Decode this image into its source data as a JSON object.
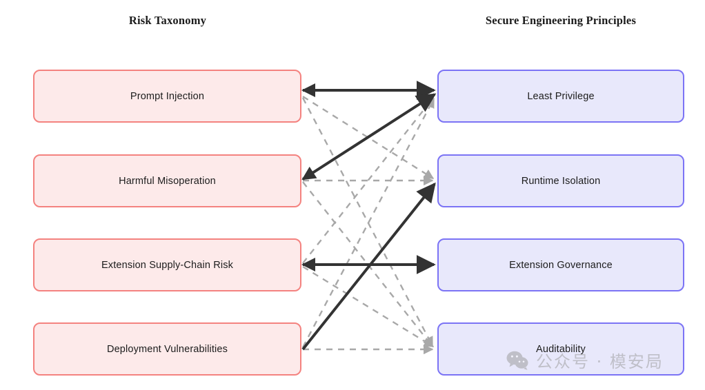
{
  "diagram": {
    "type": "mapping-diagram",
    "headings": {
      "left": "Risk Taxonomy",
      "right": "Secure Engineering Principles"
    },
    "colors": {
      "risk_fill": "#fdeaea",
      "risk_border": "#f4827f",
      "principle_fill": "#e8e8fb",
      "principle_border": "#7b73f5",
      "primary_edge": "#333333",
      "secondary_edge": "#a8a8a8",
      "background": "#ffffff",
      "text": "#1c1c1c"
    },
    "risks": [
      {
        "id": "prompt-injection",
        "label": "Prompt Injection"
      },
      {
        "id": "harmful-misoperation",
        "label": "Harmful Misoperation"
      },
      {
        "id": "extension-supply-chain-risk",
        "label": "Extension Supply-Chain Risk"
      },
      {
        "id": "deployment-vulnerabilities",
        "label": "Deployment Vulnerabilities"
      }
    ],
    "principles": [
      {
        "id": "least-privilege",
        "label": "Least Privilege"
      },
      {
        "id": "runtime-isolation",
        "label": "Runtime Isolation"
      },
      {
        "id": "extension-governance",
        "label": "Extension Governance"
      },
      {
        "id": "auditability",
        "label": "Auditability"
      }
    ],
    "edges": [
      {
        "from": "prompt-injection",
        "to": "least-privilege",
        "style": "solid",
        "strength": "primary"
      },
      {
        "from": "harmful-misoperation",
        "to": "least-privilege",
        "style": "solid",
        "strength": "primary"
      },
      {
        "from": "extension-supply-chain-risk",
        "to": "extension-governance",
        "style": "solid",
        "strength": "primary"
      },
      {
        "from": "deployment-vulnerabilities",
        "to": "runtime-isolation",
        "style": "solid",
        "strength": "primary"
      },
      {
        "from": "prompt-injection",
        "to": "runtime-isolation",
        "style": "dashed",
        "strength": "secondary"
      },
      {
        "from": "prompt-injection",
        "to": "auditability",
        "style": "dashed",
        "strength": "secondary"
      },
      {
        "from": "harmful-misoperation",
        "to": "runtime-isolation",
        "style": "dashed",
        "strength": "secondary"
      },
      {
        "from": "harmful-misoperation",
        "to": "auditability",
        "style": "dashed",
        "strength": "secondary"
      },
      {
        "from": "extension-supply-chain-risk",
        "to": "least-privilege",
        "style": "dashed",
        "strength": "secondary"
      },
      {
        "from": "extension-supply-chain-risk",
        "to": "auditability",
        "style": "dashed",
        "strength": "secondary"
      },
      {
        "from": "deployment-vulnerabilities",
        "to": "least-privilege",
        "style": "dashed",
        "strength": "secondary"
      },
      {
        "from": "deployment-vulnerabilities",
        "to": "auditability",
        "style": "dashed",
        "strength": "secondary"
      }
    ]
  },
  "watermark": {
    "text": "公众号 · 模安局",
    "icon": "wechat-icon"
  }
}
